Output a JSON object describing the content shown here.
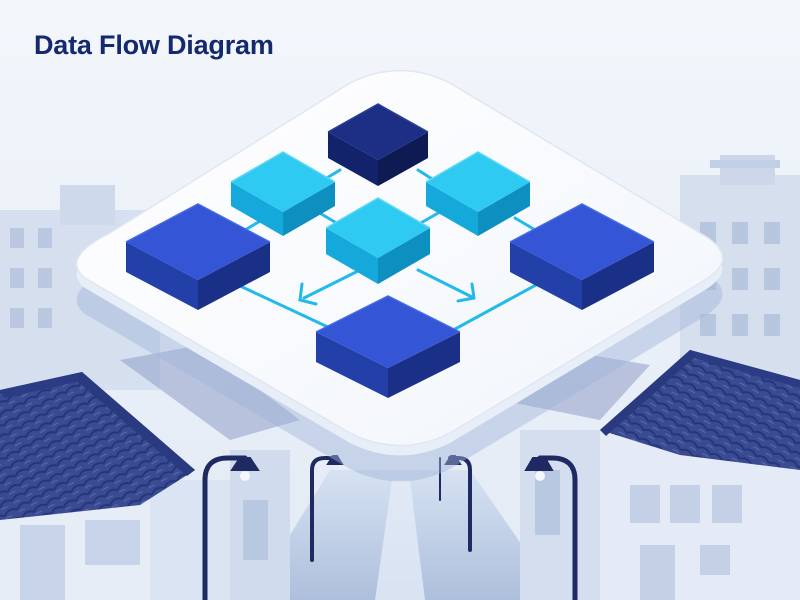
{
  "header": {
    "title": "Data Flow Diagram"
  },
  "colors": {
    "sky": "#eef3fa",
    "navy": "#13236b",
    "royal_blue": "#2c4fd1",
    "cyan": "#1ec4ee",
    "platform": "#ffffff",
    "roof_tile": "#3e4f96",
    "building": "#c9d6ea"
  },
  "diagram": {
    "nodes": [
      {
        "id": "top-node",
        "style": "navy"
      },
      {
        "id": "upper-left-node",
        "style": "cyan"
      },
      {
        "id": "upper-right-node",
        "style": "cyan"
      },
      {
        "id": "center-node",
        "style": "cyan"
      },
      {
        "id": "left-node",
        "style": "royal_blue"
      },
      {
        "id": "right-node",
        "style": "royal_blue"
      },
      {
        "id": "bottom-node",
        "style": "royal_blue"
      }
    ],
    "edges": [
      {
        "from": "top-node",
        "to": "upper-left-node"
      },
      {
        "from": "top-node",
        "to": "upper-right-node"
      },
      {
        "from": "upper-left-node",
        "to": "left-node"
      },
      {
        "from": "upper-left-node",
        "to": "center-node"
      },
      {
        "from": "upper-right-node",
        "to": "center-node"
      },
      {
        "from": "upper-right-node",
        "to": "right-node"
      },
      {
        "from": "center-node",
        "to": "left-node",
        "arrow": true
      },
      {
        "from": "center-node",
        "to": "right-node",
        "arrow": true
      },
      {
        "from": "left-node",
        "to": "bottom-node"
      },
      {
        "from": "right-node",
        "to": "bottom-node"
      }
    ]
  }
}
